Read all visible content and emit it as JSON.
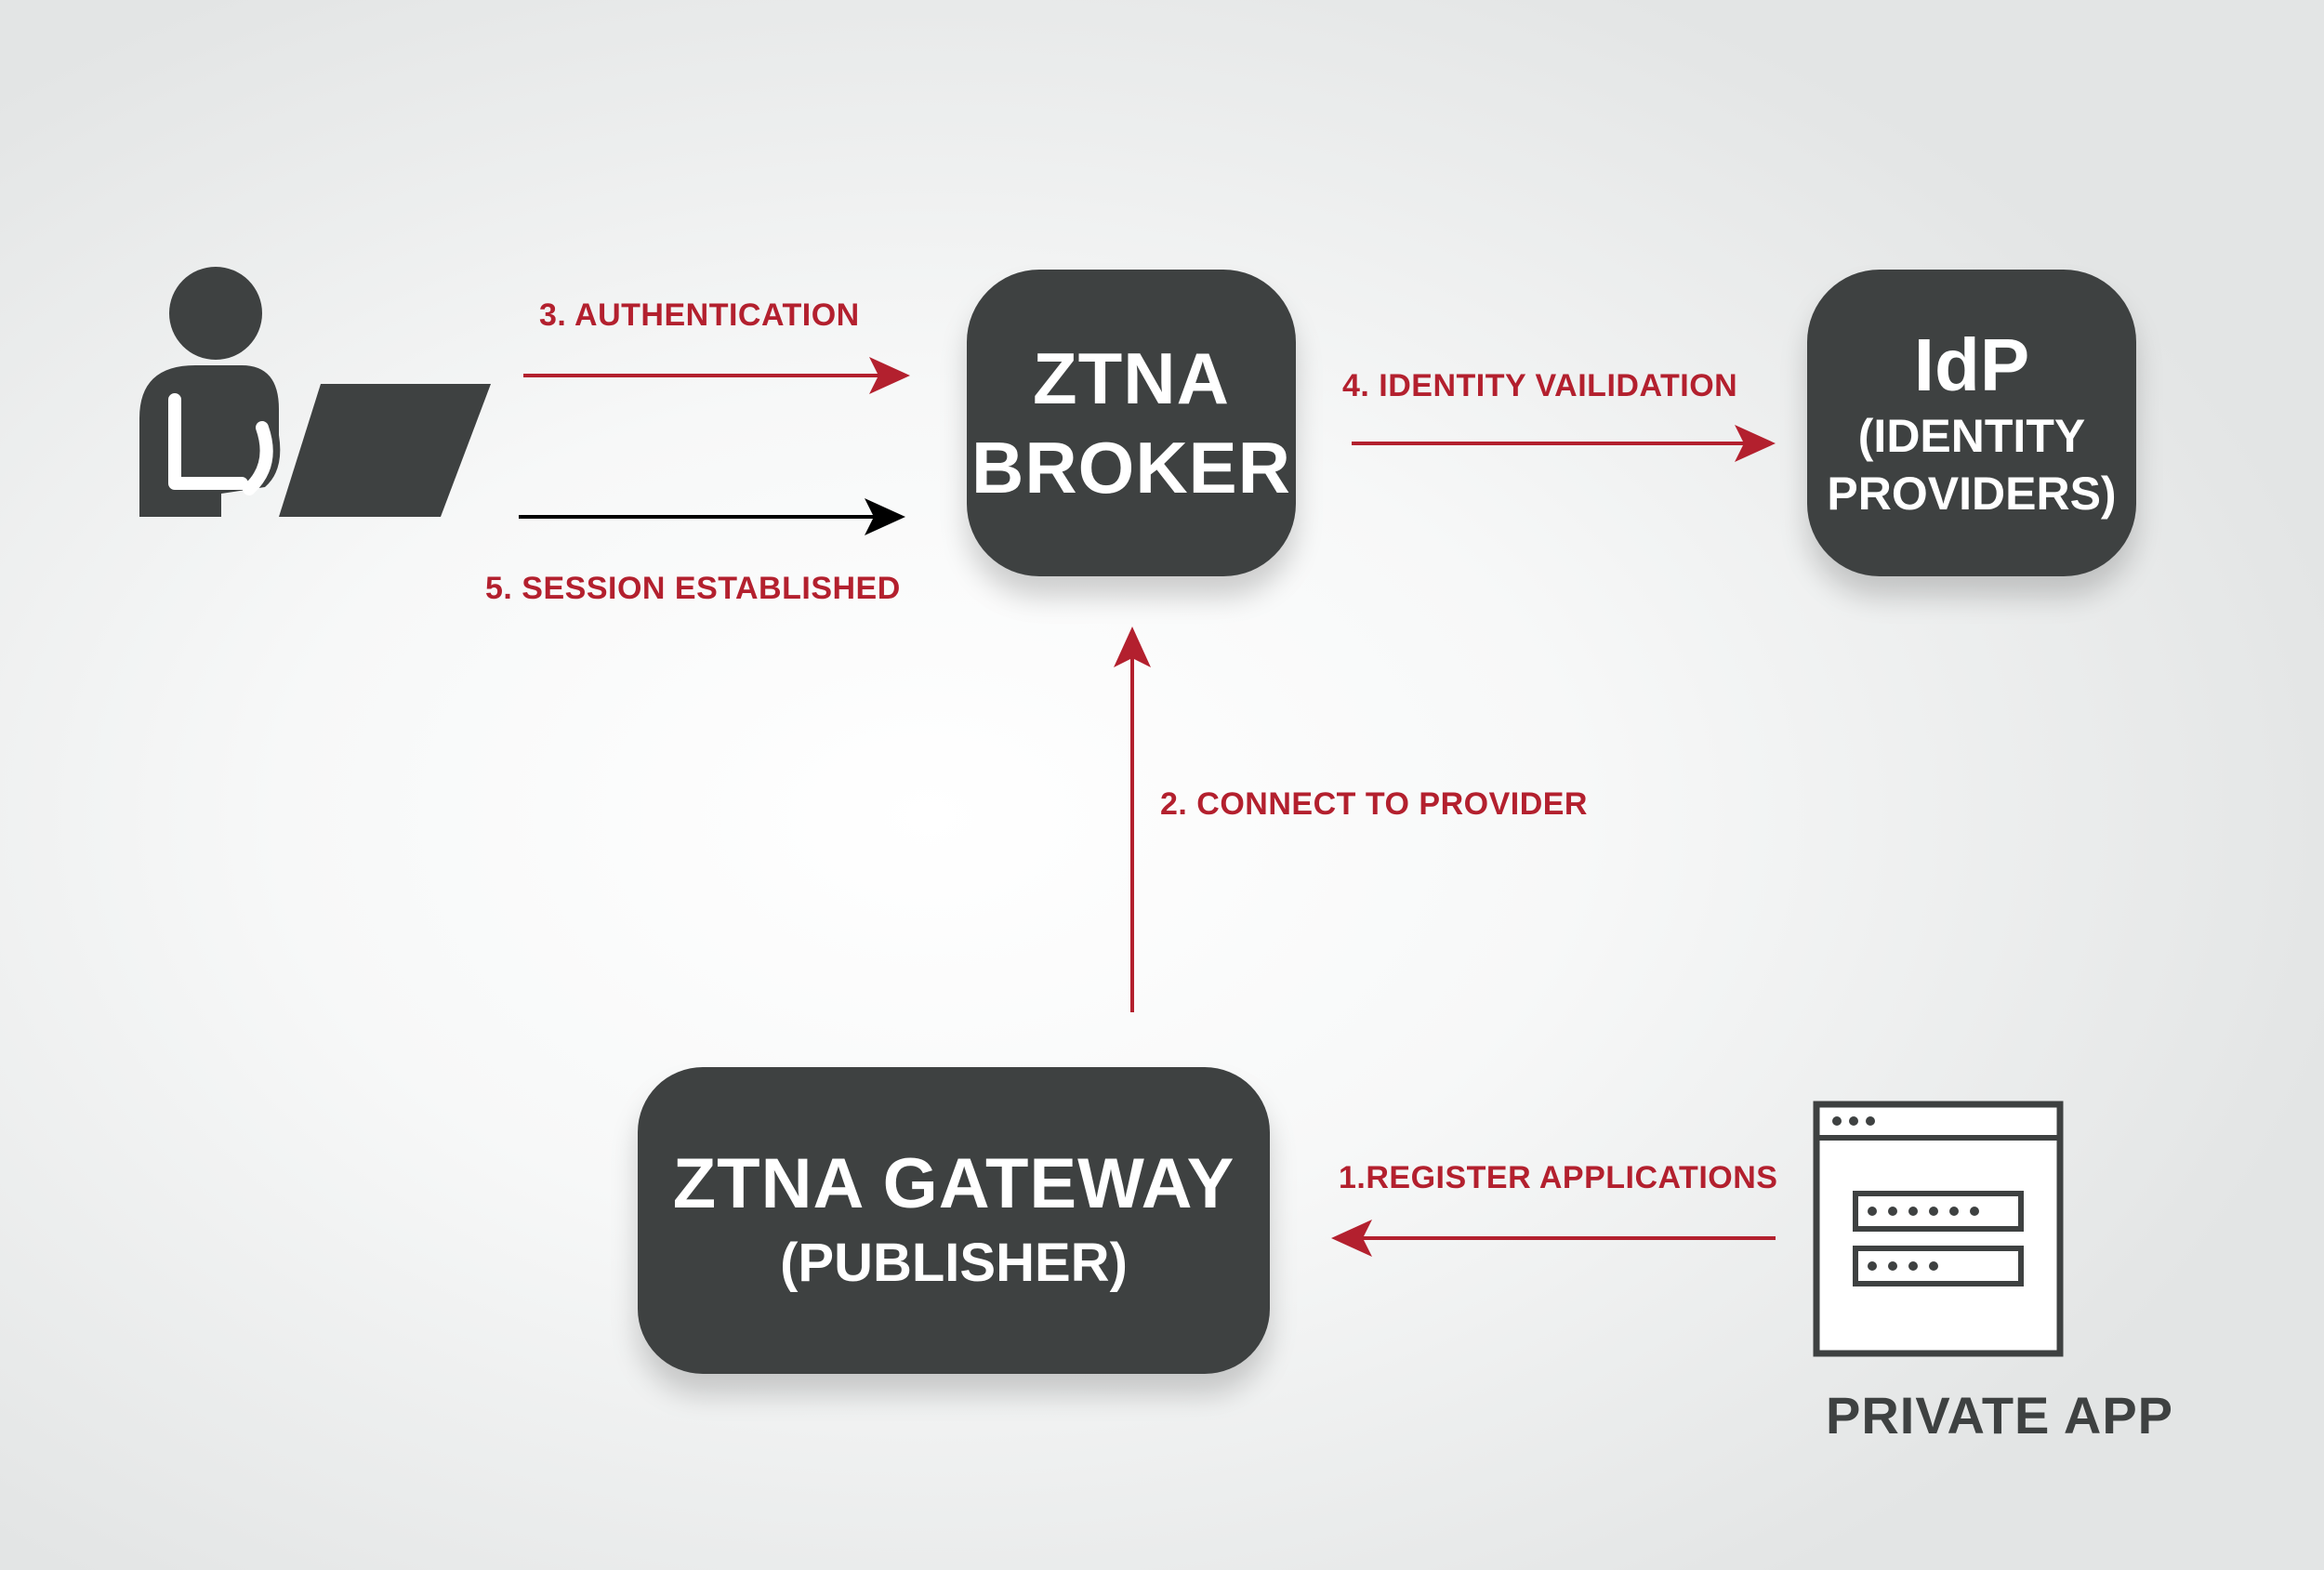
{
  "nodes": {
    "broker": {
      "line1": "ZTNA",
      "line2": "BROKER"
    },
    "idp": {
      "line1": "IdP",
      "line2": "(IDENTITY",
      "line3": "PROVIDERS)"
    },
    "gateway": {
      "line1": "ZTNA GATEWAY",
      "line2": "(PUBLISHER)"
    },
    "private_app": {
      "label": "PRIVATE APP"
    }
  },
  "steps": {
    "authentication": "3. AUTHENTICATION",
    "session": "5. SESSION ESTABLISHED",
    "identity": "4. IDENTITY VAILIDATION",
    "connect": "2. CONNECT TO PROVIDER",
    "register": "1.REGISTER APPLICATIONS"
  },
  "icons": {
    "user": "user-with-laptop-icon",
    "app": "application-window-icon"
  },
  "colors": {
    "box": "#3e4141",
    "accent": "#b3202e",
    "arrow_neutral": "#000000"
  }
}
